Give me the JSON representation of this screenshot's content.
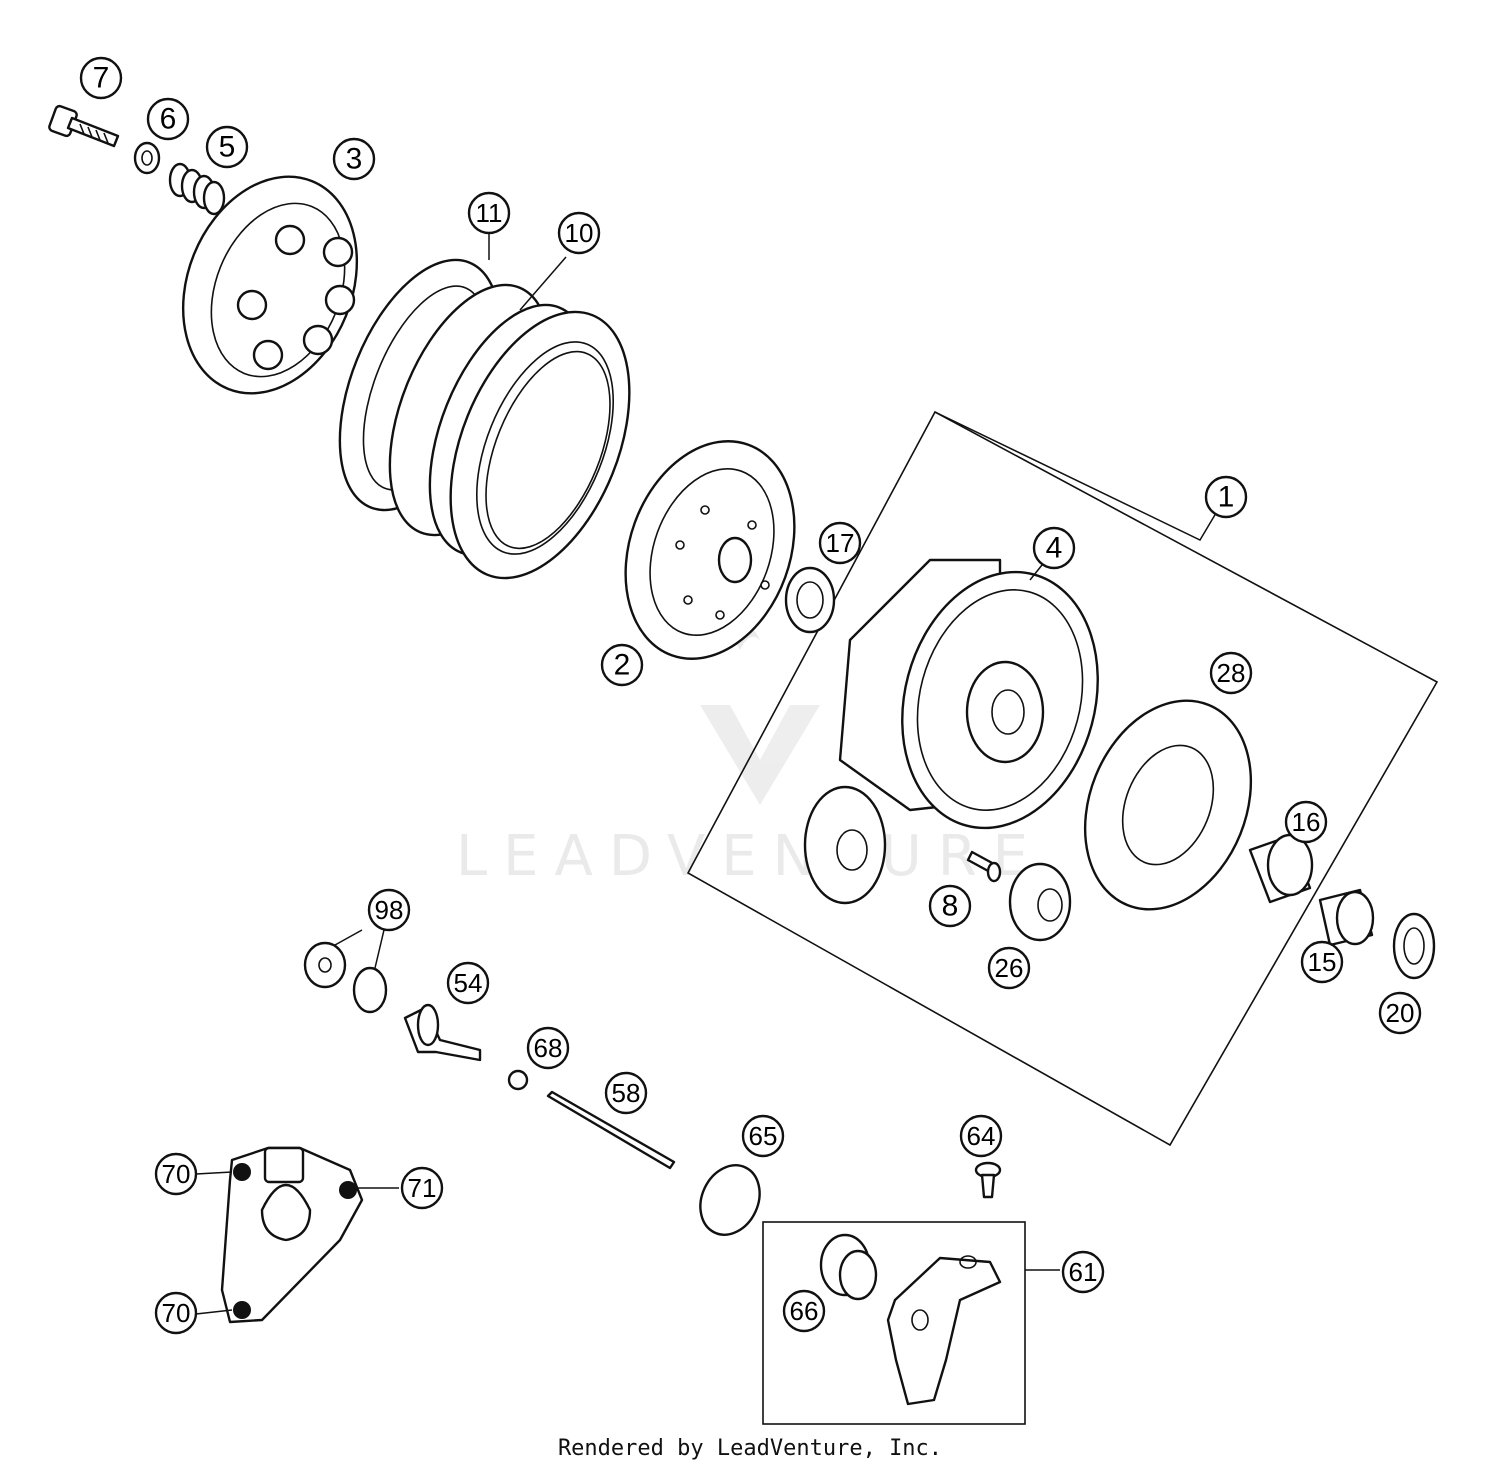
{
  "callouts": [
    "7",
    "6",
    "5",
    "3",
    "11",
    "10",
    "17",
    "1",
    "4",
    "2",
    "28",
    "16",
    "8",
    "26",
    "15",
    "20",
    "98",
    "54",
    "68",
    "58",
    "65",
    "64",
    "70",
    "71",
    "70",
    "61",
    "66"
  ],
  "watermark": "LEADVENTURE",
  "footer": "Rendered by LeadVenture, Inc."
}
